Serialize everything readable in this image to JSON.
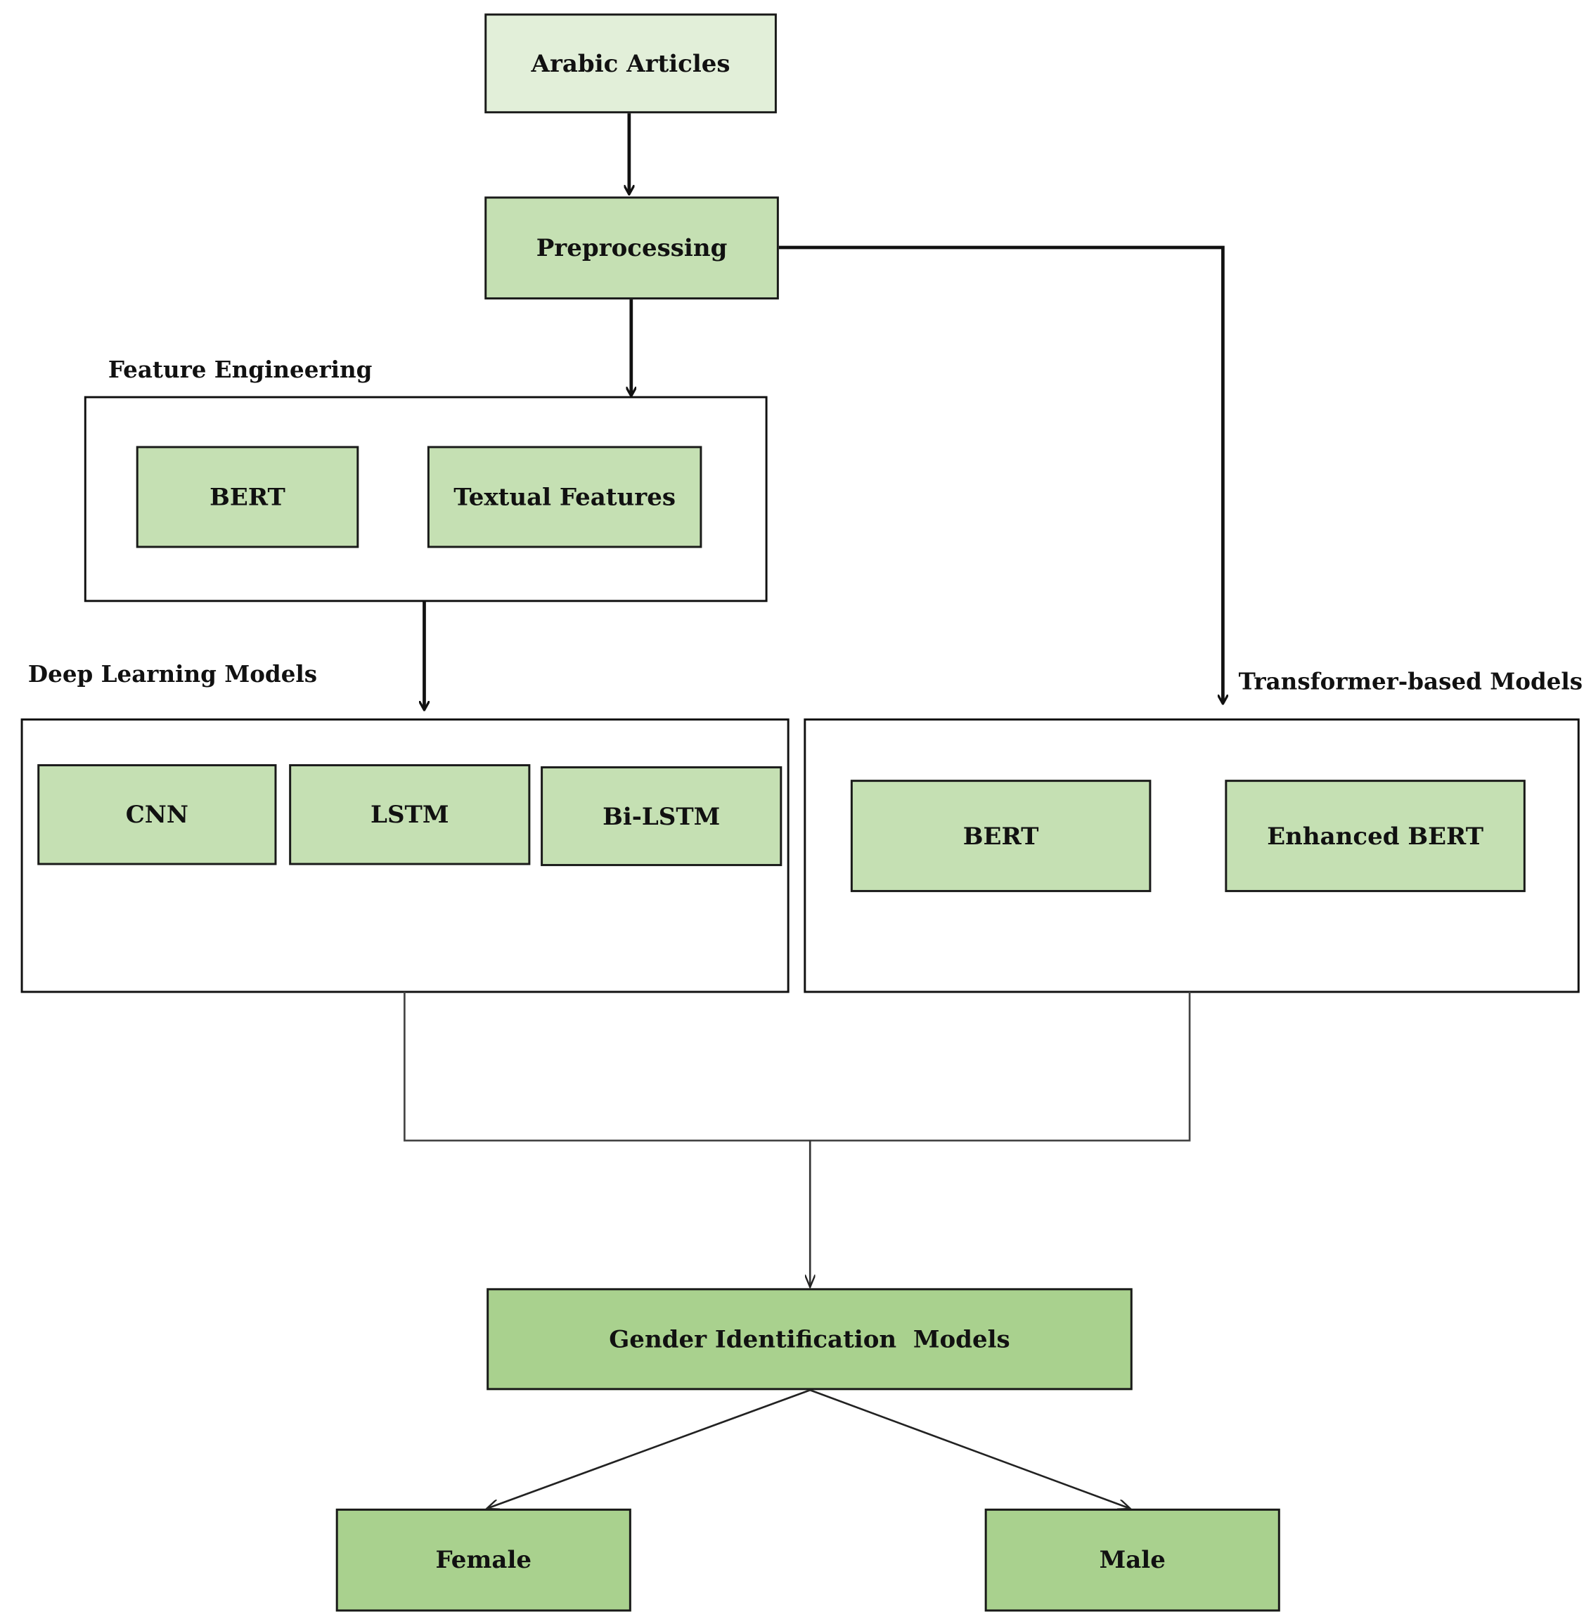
{
  "nodes": {
    "input": "Arabic Articles",
    "preprocessing": "Preprocessing",
    "fe_bert": "BERT",
    "fe_textual": "Textual Features",
    "cnn": "CNN",
    "lstm": "LSTM",
    "bilstm": "Bi-LSTM",
    "tr_bert": "BERT",
    "tr_enhanced": "Enhanced BERT",
    "gender": "Gender Identification  Models",
    "female": "Female",
    "male": "Male"
  },
  "groups": {
    "feature_engineering": "Feature Engineering",
    "deep_learning": "Deep Learning Models",
    "transformer": "Transformer-based Models"
  },
  "colors": {
    "light_green": "#e2efd9",
    "mid_green": "#c5e0b3",
    "dark_green": "#a9d18e",
    "line": "#111111"
  }
}
